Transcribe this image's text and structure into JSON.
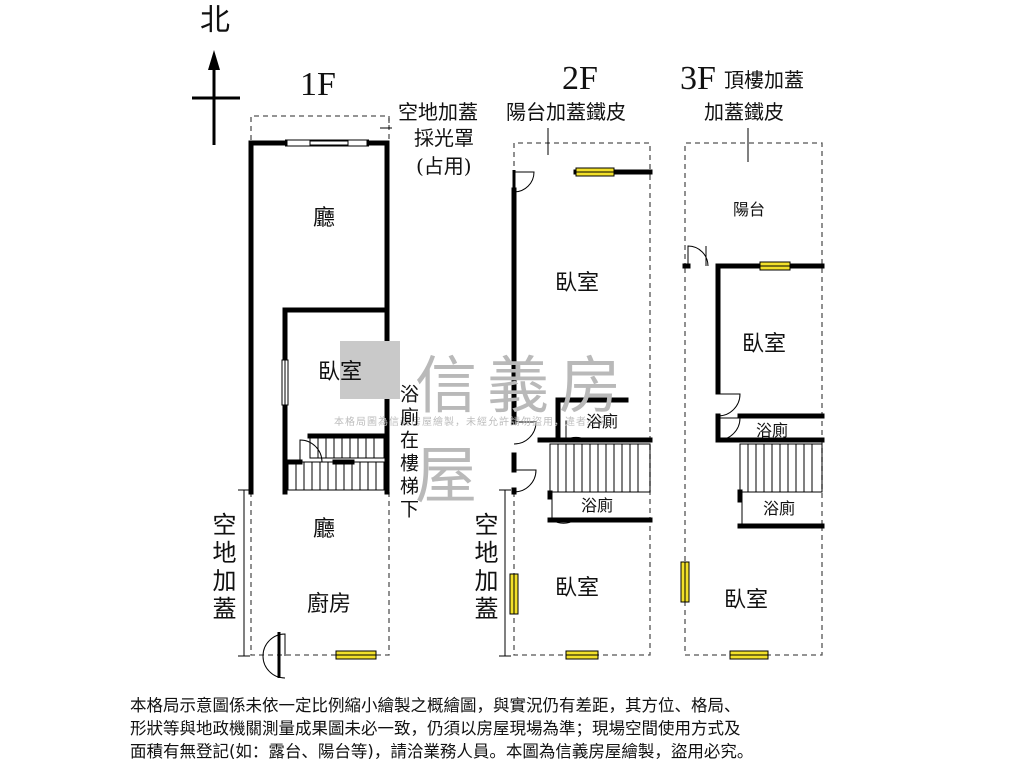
{
  "compass": {
    "north_label": "北"
  },
  "floors": {
    "f1": {
      "title": "1F",
      "annotation_lines": [
        "空地加蓋",
        "採光罩",
        "(占用)"
      ],
      "rooms": {
        "living_upper": "廳",
        "bedroom": "臥室",
        "living_lower": "廳",
        "kitchen": "廚房"
      },
      "bath_note": "浴廁在樓梯下",
      "side_note": "空地加蓋"
    },
    "f2": {
      "title": "2F",
      "annotation": "陽台加蓋鐵皮",
      "rooms": {
        "bedroom_main": "臥室",
        "bath_upper": "浴廁",
        "bath_lower": "浴廁",
        "bedroom_rear": "臥室"
      },
      "side_note": "空地加蓋"
    },
    "f3": {
      "title": "3F",
      "title_suffix": "頂樓加蓋",
      "annotation": "加蓋鐵皮",
      "rooms": {
        "balcony": "陽台",
        "bedroom_main": "臥室",
        "bath_upper": "浴廁",
        "bath_lower": "浴廁",
        "bedroom_rear": "臥室"
      }
    }
  },
  "watermark": {
    "title": "信義房屋",
    "subtitle": "本格局圖為信義房屋繪製，未經允許請勿盜用，違者必究"
  },
  "footer_lines": [
    "本格局示意圖係未依一定比例縮小繪製之概繪圖，與實況仍有差距，其方位、格局、",
    "形狀等與地政機關測量成果圖未必一致，仍須以房屋現場為準；現場空間使用方式及",
    "面積有無登記(如：露台、陽台等)，請洽業務人員。本圖為信義房屋繪製，盜用必究。"
  ],
  "colors": {
    "wall": "#000000",
    "window": "#f2e02a",
    "dashed": "#555555",
    "watermark": "#b9b9b9"
  }
}
